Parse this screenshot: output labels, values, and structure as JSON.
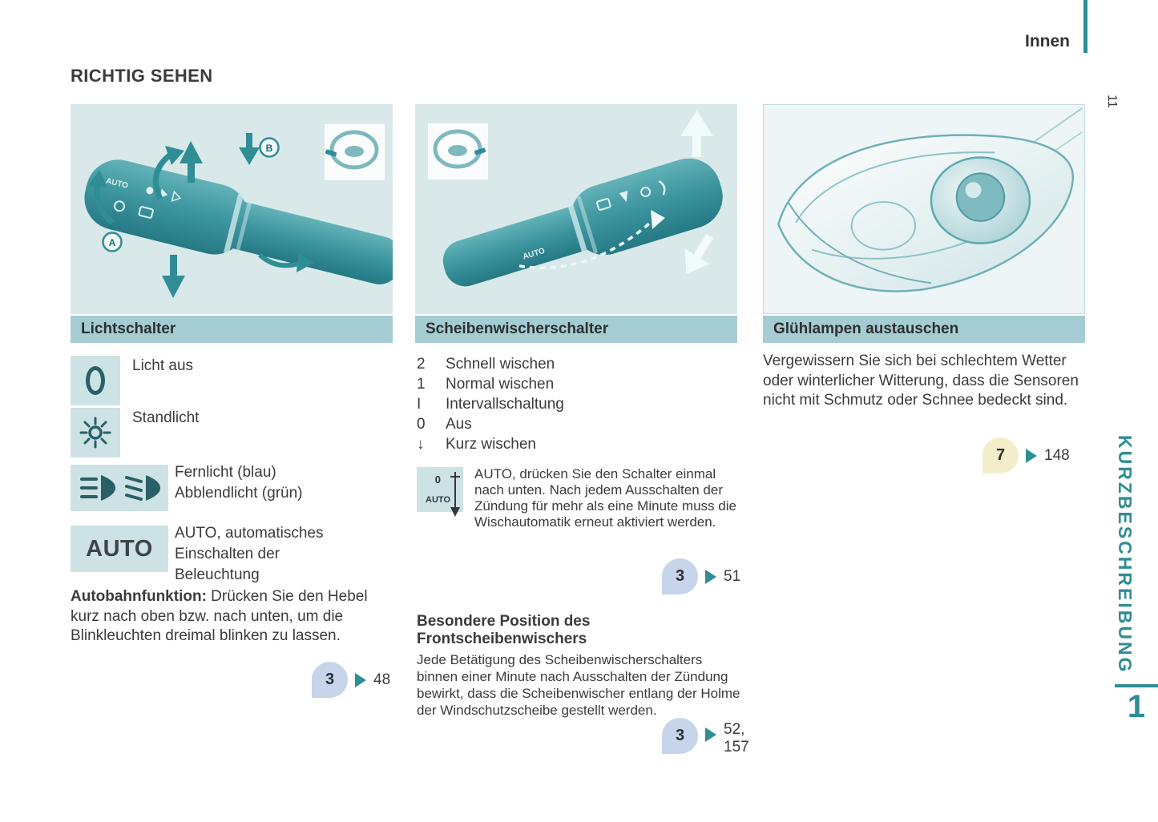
{
  "colors": {
    "teal": "#2f8d96",
    "panel_bg": "#d9e9ea",
    "header_bar_bg": "#a4cdd3",
    "icon_box_bg": "#cde2e4",
    "ref_badge_blue": "#c7d5eb",
    "ref_badge_yellow": "#f2eeca",
    "text": "#3b3b3b"
  },
  "page": {
    "section_label": "Innen",
    "title": "RICHTIG SEHEN",
    "side_page_number": "11",
    "side_chapter_title": "KURZBESCHREIBUNG",
    "side_chapter_number": "1"
  },
  "panel1": {
    "stalk_auto": "AUTO",
    "marker_a": "A",
    "marker_b": "B"
  },
  "panel2": {
    "stalk_auto": "AUTO"
  },
  "col1": {
    "header": "Lichtschalter",
    "light_off_label": "Licht aus",
    "parking_light_label": "Standlicht",
    "high_beam_label": "Fernlicht (blau)",
    "low_beam_label": "Abblendlicht (grün)",
    "auto_box_text": "AUTO",
    "auto_label": "AUTO, automatisches Einschalten der Beleuchtung",
    "paragraph_bold": "Autobahnfunktion:",
    "paragraph_rest": " Drücken Sie den Hebel kurz nach oben bzw. nach unten, um die Blinkleuchten dreimal blinken zu lassen.",
    "ref_badge": "3",
    "ref_page": "48"
  },
  "col2": {
    "header": "Scheibenwischerschalter",
    "list": [
      {
        "k": "2",
        "label": "Schnell wischen"
      },
      {
        "k": "1",
        "label": "Normal wischen"
      },
      {
        "k": "I",
        "label": "Intervallschaltung"
      },
      {
        "k": "0",
        "label": "Aus"
      },
      {
        "k": "↓",
        "label": "Kurz wischen"
      }
    ],
    "mini_zero": "0",
    "mini_auto": "AUTO",
    "auto_paragraph": "AUTO, drücken Sie den Schalter einmal nach unten. Nach jedem Ausschalten der Zündung für mehr als eine Minute muss die Wischautomatik erneut aktiviert werden.",
    "ref1_badge": "3",
    "ref1_page": "51",
    "subheading": "Besondere Position des Frontscheibenwischers",
    "paragraph2": "Jede Betätigung des Scheibenwischerschalters binnen einer Minute nach Ausschalten der Zündung bewirkt, dass die Scheibenwischer entlang der Holme der Windschutzscheibe gestellt werden.",
    "ref2_badge": "3",
    "ref2_page": "52, 157"
  },
  "col3": {
    "header": "Glühlampen austauschen",
    "paragraph": "Vergewissern Sie sich bei schlechtem Wetter oder winterlicher Witterung, dass die Sensoren nicht mit Schmutz oder Schnee bedeckt sind.",
    "ref_badge": "7",
    "ref_page": "148"
  }
}
